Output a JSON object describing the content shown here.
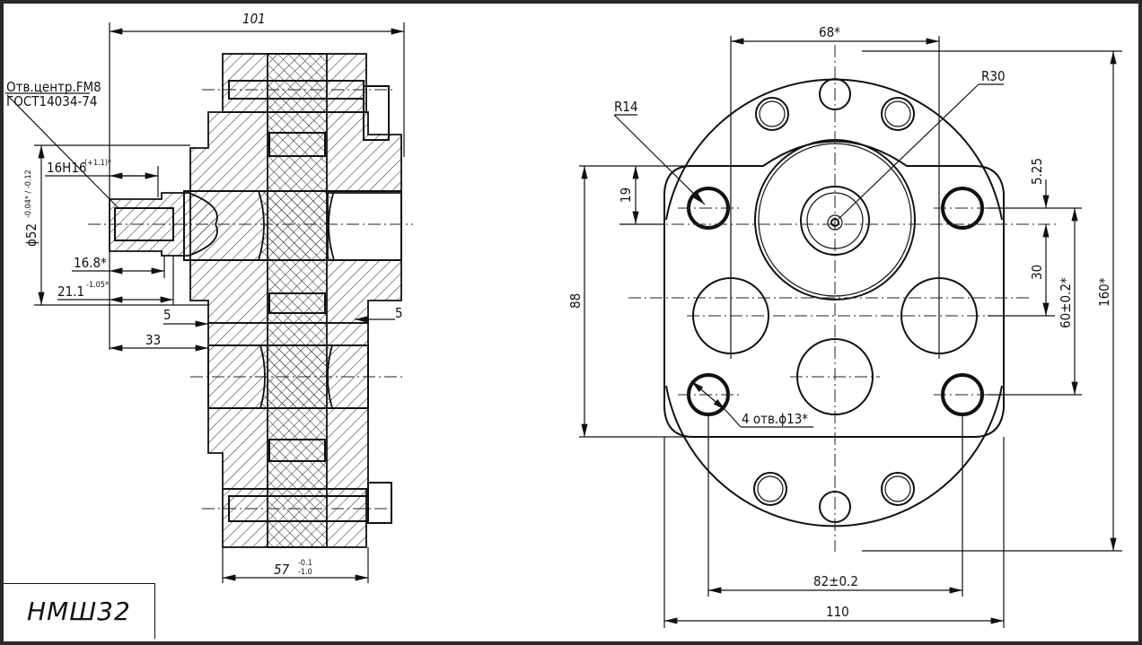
{
  "title": "НМШ32",
  "side_view": {
    "dim_overall_length": "101",
    "center_hole_note_line1": "Отв.центр.FМ8",
    "center_hole_note_line2": "ГОСТ14034-74",
    "dim_16": "16Н16",
    "dim_16_tol": "(+1.1)*",
    "dim_dia52": "ϕ52",
    "dim_dia52_tol": "-0.04* / -0.12",
    "dim_16_8": "16.8*",
    "dim_21_1": "21.1",
    "dim_21_1_tol": "-1.05*",
    "dim_5_left": "5",
    "dim_5_right": "5",
    "dim_33": "33",
    "dim_57": "57",
    "dim_57_tol_upper": "-0.1",
    "dim_57_tol_lower": "-1.0"
  },
  "front_view": {
    "dim_68": "68*",
    "dim_r30": "R30",
    "dim_r14": "R14",
    "dim_19": "19",
    "dim_88": "88",
    "dim_5_25": "5.25",
    "dim_30": "30",
    "dim_60": "60±0.2*",
    "dim_160": "160*",
    "holes_note": "4 отв.ϕ13*",
    "dim_82": "82±0.2",
    "dim_110": "110"
  }
}
